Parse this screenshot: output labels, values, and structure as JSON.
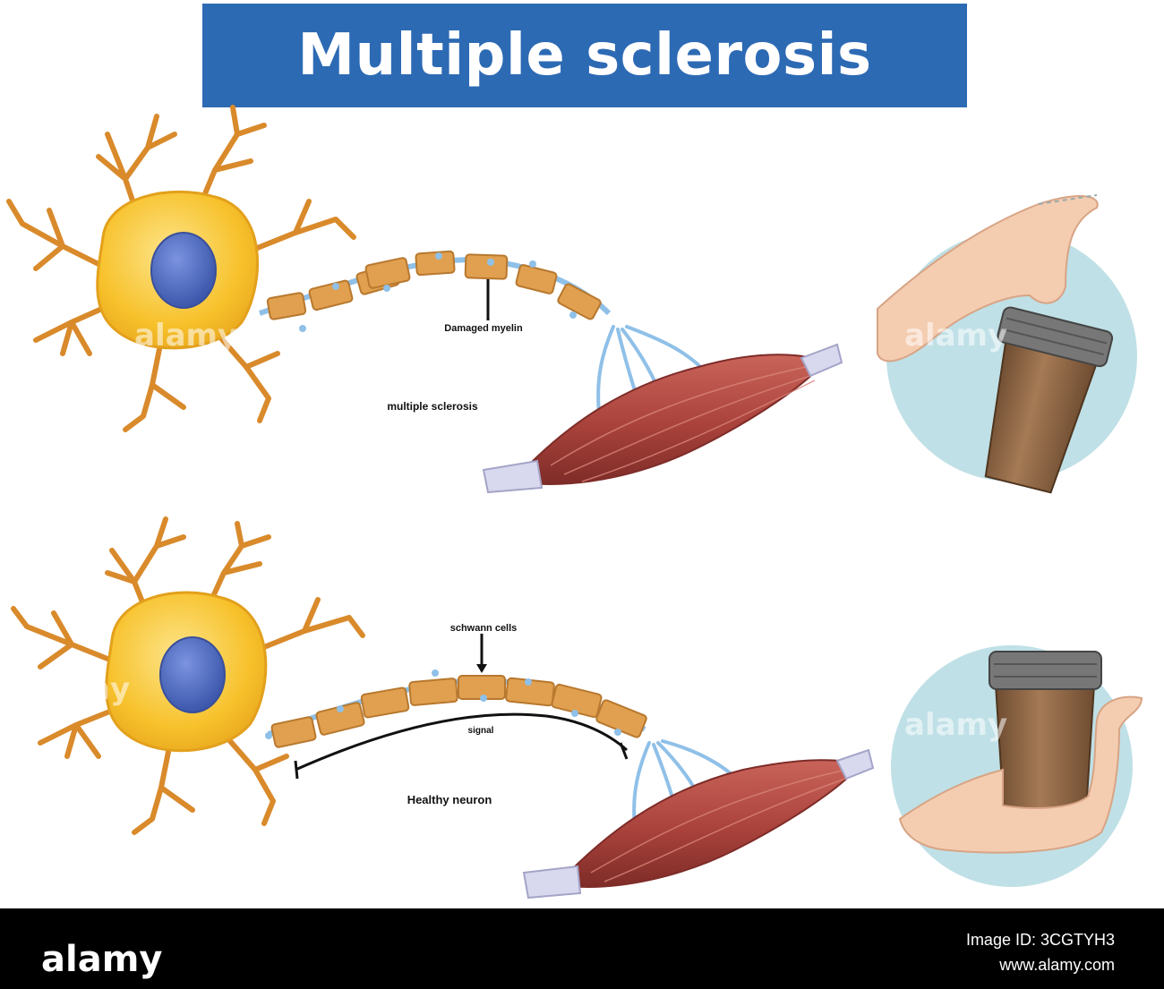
{
  "title": "Multiple sclerosis",
  "panels": {
    "ms": {
      "label_axon": "Damaged myelin",
      "label_caption": "multiple sclerosis"
    },
    "healthy": {
      "label_axon": "schwann cells",
      "label_signal": "signal",
      "label_caption": "Healthy neuron"
    }
  },
  "footer": {
    "logo": "alamy",
    "image_id": "Image ID: 3CGTYH3",
    "url": "www.alamy.com"
  },
  "watermarks": [
    "alamy",
    "alamy",
    "alamy",
    "alamy"
  ],
  "colors": {
    "banner": "#2d6ab4",
    "dendrite": "#d98a2b",
    "soma": "#f7c12b",
    "nucleus": "#4f6cc0",
    "myelin": "#e0a050",
    "nerve_end": "#8fc0e8",
    "muscle": "#a9423b",
    "circle_bg": "#bfe0e6",
    "cup": "#8a6444",
    "lid": "#777777",
    "skin": "#f4cdb1"
  }
}
